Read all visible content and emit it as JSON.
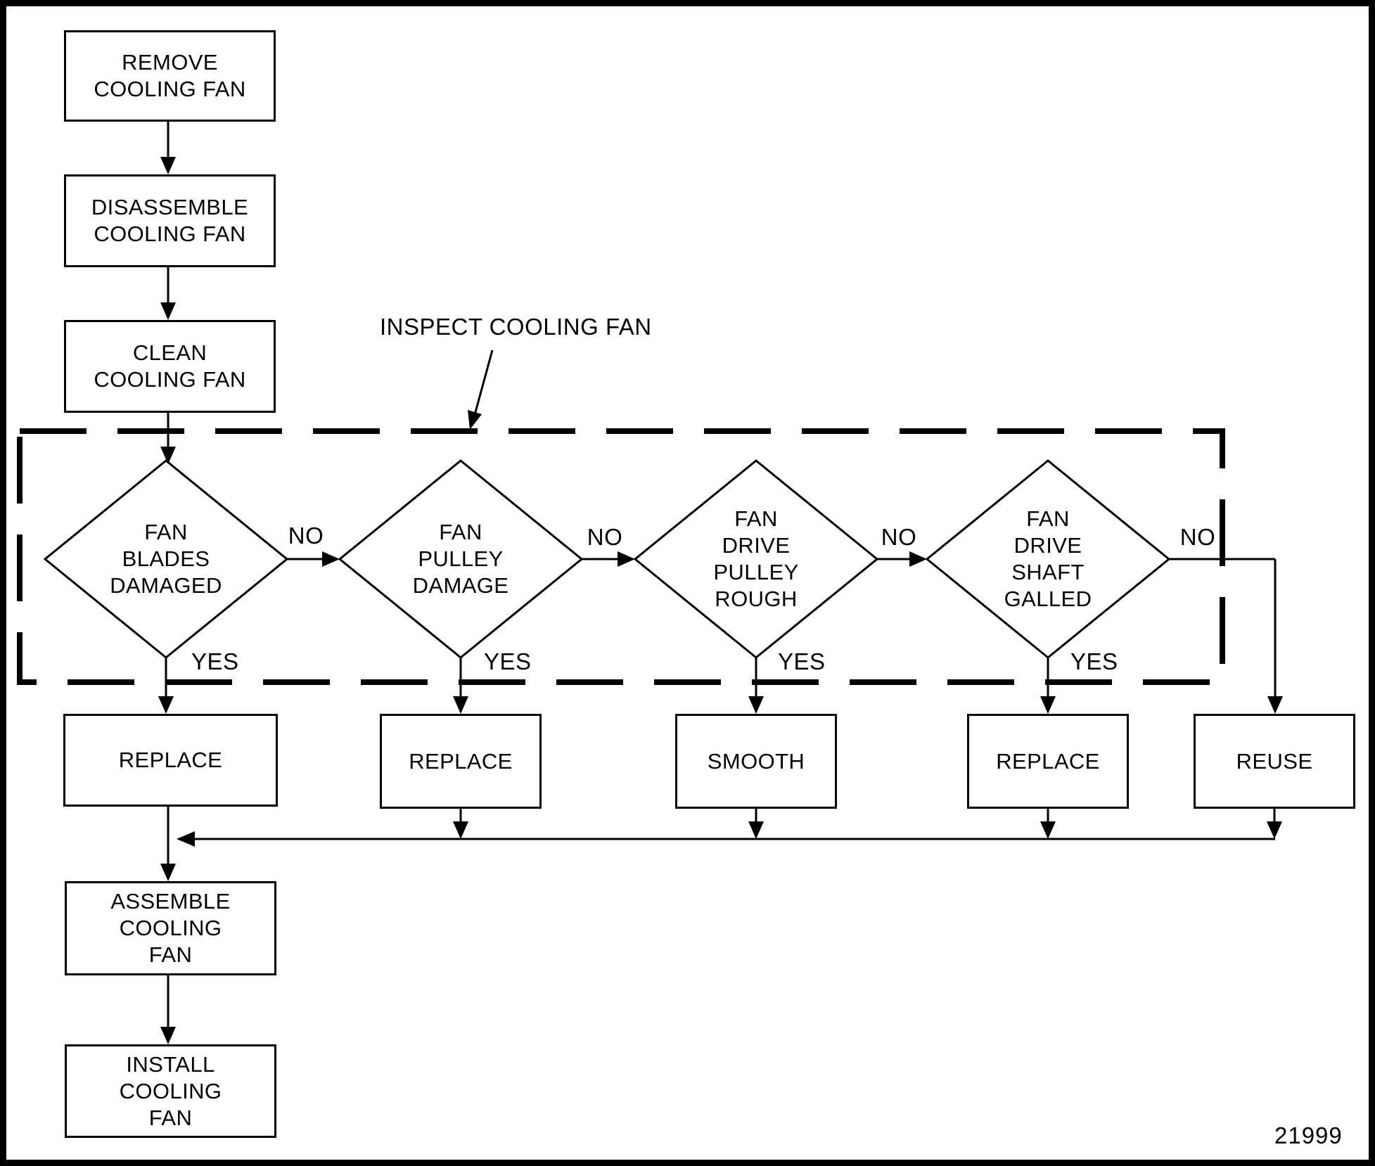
{
  "figure": {
    "number": "21999",
    "inspect_caption": "INSPECT COOLING FAN"
  },
  "process": {
    "remove": {
      "line1": "REMOVE",
      "line2": "COOLING FAN"
    },
    "disassemble": {
      "line1": "DISASSEMBLE",
      "line2": "COOLING FAN"
    },
    "clean": {
      "line1": "CLEAN",
      "line2": "COOLING FAN"
    },
    "assemble": {
      "line1": "ASSEMBLE",
      "line2": "COOLING",
      "line3": "FAN"
    },
    "install": {
      "line1": "INSTALL",
      "line2": "COOLING",
      "line3": "FAN"
    }
  },
  "decisions": {
    "fan_blades": {
      "line1": "FAN",
      "line2": "BLADES",
      "line3": "DAMAGED",
      "no": "NO",
      "yes": "YES"
    },
    "fan_pulley": {
      "line1": "FAN",
      "line2": "PULLEY",
      "line3": "DAMAGE",
      "no": "NO",
      "yes": "YES"
    },
    "fan_drive_pulley": {
      "line1": "FAN",
      "line2": "DRIVE",
      "line3": "PULLEY",
      "line4": "ROUGH",
      "no": "NO",
      "yes": "YES"
    },
    "fan_drive_shaft": {
      "line1": "FAN",
      "line2": "DRIVE",
      "line3": "SHAFT",
      "line4": "GALLED",
      "no": "NO",
      "yes": "YES"
    }
  },
  "outcomes": {
    "replace_blades": "REPLACE",
    "replace_pulley": "REPLACE",
    "smooth_pulley": "SMOOTH",
    "replace_shaft": "REPLACE",
    "reuse_shaft": "REUSE"
  },
  "colors": {
    "ink": "#000000",
    "paper": "#ffffff"
  }
}
